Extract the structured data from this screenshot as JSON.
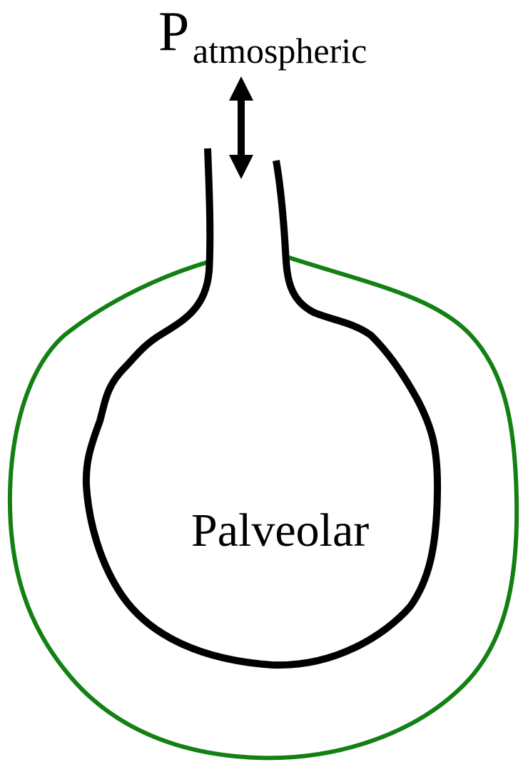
{
  "labels": {
    "atmospheric_main": "P",
    "atmospheric_sub": "atmospheric",
    "alveolar": "Palveolar"
  },
  "colors": {
    "alveolus_outline": "#000000",
    "pleura_outline": "#138013",
    "arrow": "#000000",
    "background": "#ffffff"
  },
  "icons": {
    "flow_arrow": "double-vertical-arrow-icon"
  }
}
